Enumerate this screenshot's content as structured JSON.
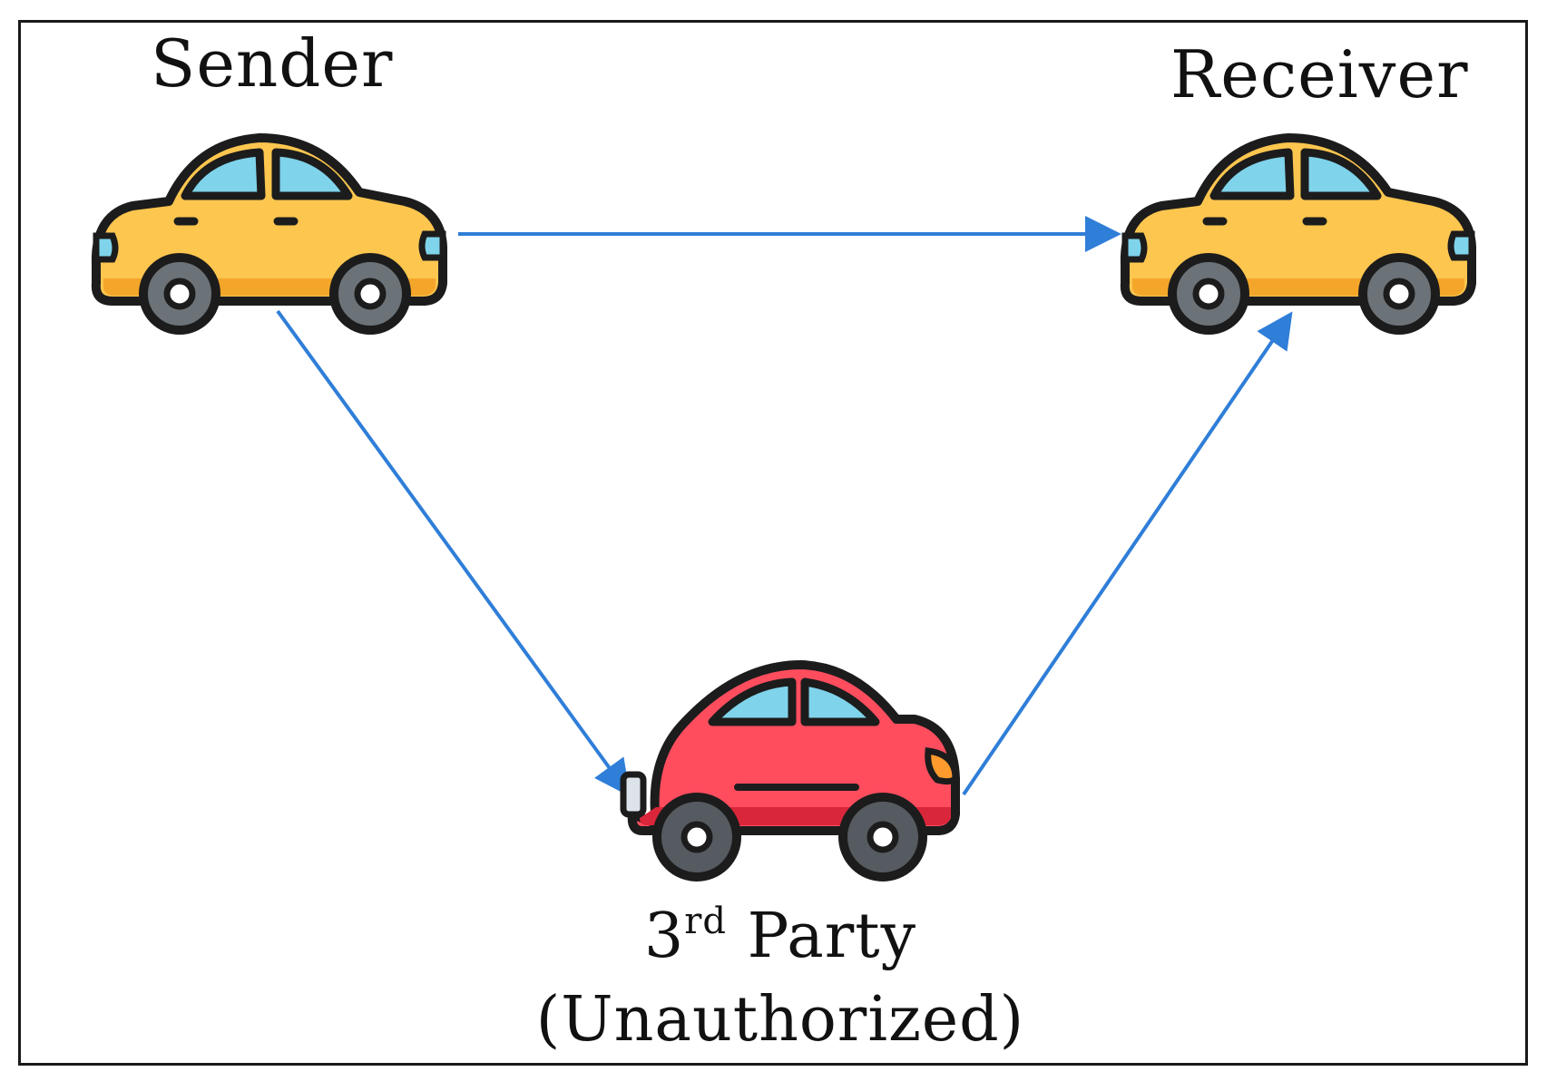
{
  "nodes": {
    "sender": {
      "label": "Sender"
    },
    "receiver": {
      "label": "Receiver"
    },
    "third_party": {
      "ordinal_number": "3",
      "ordinal_suffix": "rd",
      "label": "Party",
      "qualifier": "(Unauthorized)"
    }
  },
  "colors": {
    "arrow": "#2f7ed8",
    "car_body_normal": "#fcc64f",
    "car_body_attacker": "#ff4d5e",
    "window": "#7fd3ea",
    "outline": "#1c1c1c"
  },
  "edges": [
    {
      "from": "sender",
      "to": "receiver"
    },
    {
      "from": "sender",
      "to": "third_party"
    },
    {
      "from": "third_party",
      "to": "receiver"
    }
  ]
}
